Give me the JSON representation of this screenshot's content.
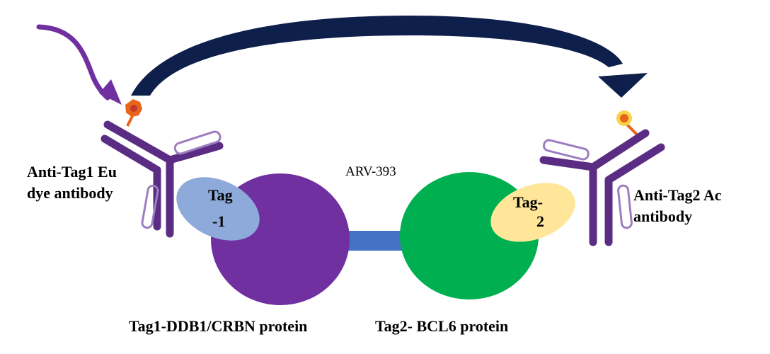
{
  "labels": {
    "left_antibody_line1": "Anti-Tag1 Eu",
    "left_antibody_line2": "dye  antibody",
    "right_antibody_line1": "Anti-Tag2 Ac",
    "right_antibody_line2": "antibody",
    "linker": "ARV-393",
    "tag1_line1": "Tag",
    "tag1_line2": "-1",
    "tag2_line1": "Tag-",
    "tag2_line2": "2",
    "protein_left": "Tag1-DDB1/CRBN protein",
    "protein_right": "Tag2- BCL6 protein"
  },
  "colors": {
    "purple_protein": "#7030a0",
    "green_protein": "#00b050",
    "tag1_fill": "#8eaadb",
    "tag2_fill": "#ffe699",
    "linker_bar": "#4472c4",
    "antibody": "#5b2c83",
    "antibody_light": "#9d7ec0",
    "energy_arrow": "#0f1f4b",
    "excitation_arrow": "#7030a0",
    "donor_dye": "#e8641b",
    "acceptor_dye": "#f7d34a"
  }
}
